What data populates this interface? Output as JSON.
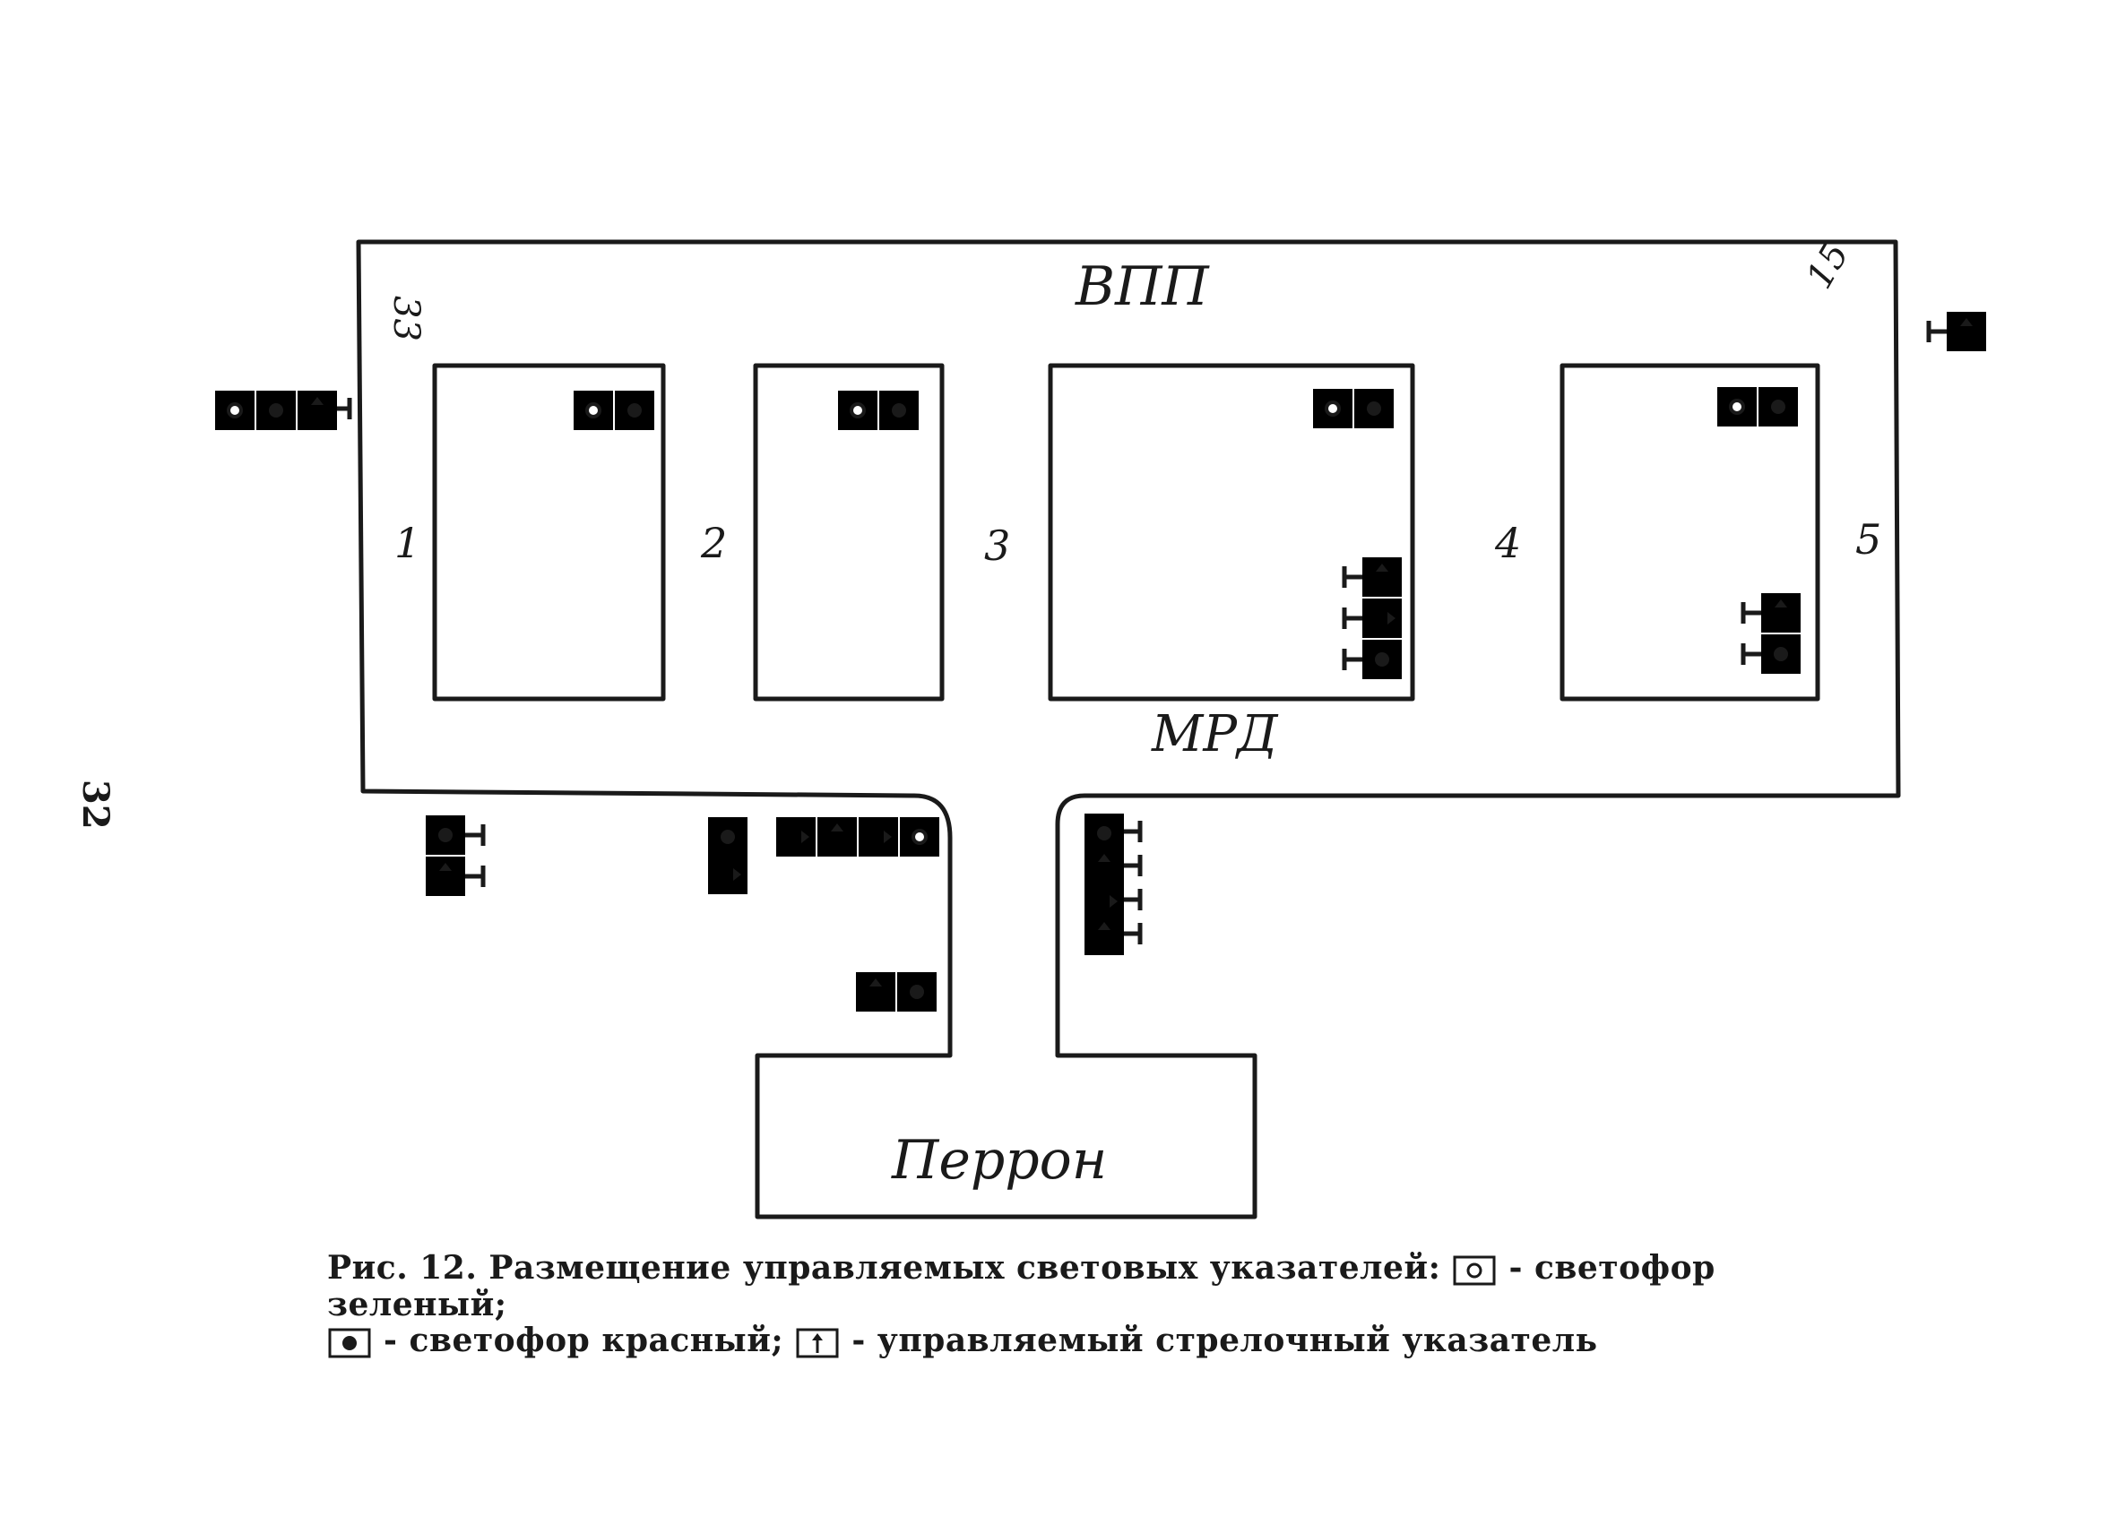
{
  "page_number": "32",
  "runway": {
    "label": "ВПП",
    "end_left": "33",
    "end_right": "15"
  },
  "taxiway": {
    "label": "МРД"
  },
  "apron": {
    "label": "Перрон"
  },
  "taxiway_exits": [
    "1",
    "2",
    "3",
    "4",
    "5"
  ],
  "caption": {
    "prefix": "Рис. 12. Размещение управляемых световых указателей:",
    "green": "- светофор зеленый;",
    "red": "- светофор красный;",
    "arrow": "- управляемый стрелочный указатель"
  },
  "colors": {
    "ink": "#1a1a1a",
    "paper": "#ffffff"
  },
  "icons": {
    "green_light": "hollow-circle-icon",
    "red_light": "filled-circle-icon",
    "arrow_indicator": "arrow-icon"
  }
}
